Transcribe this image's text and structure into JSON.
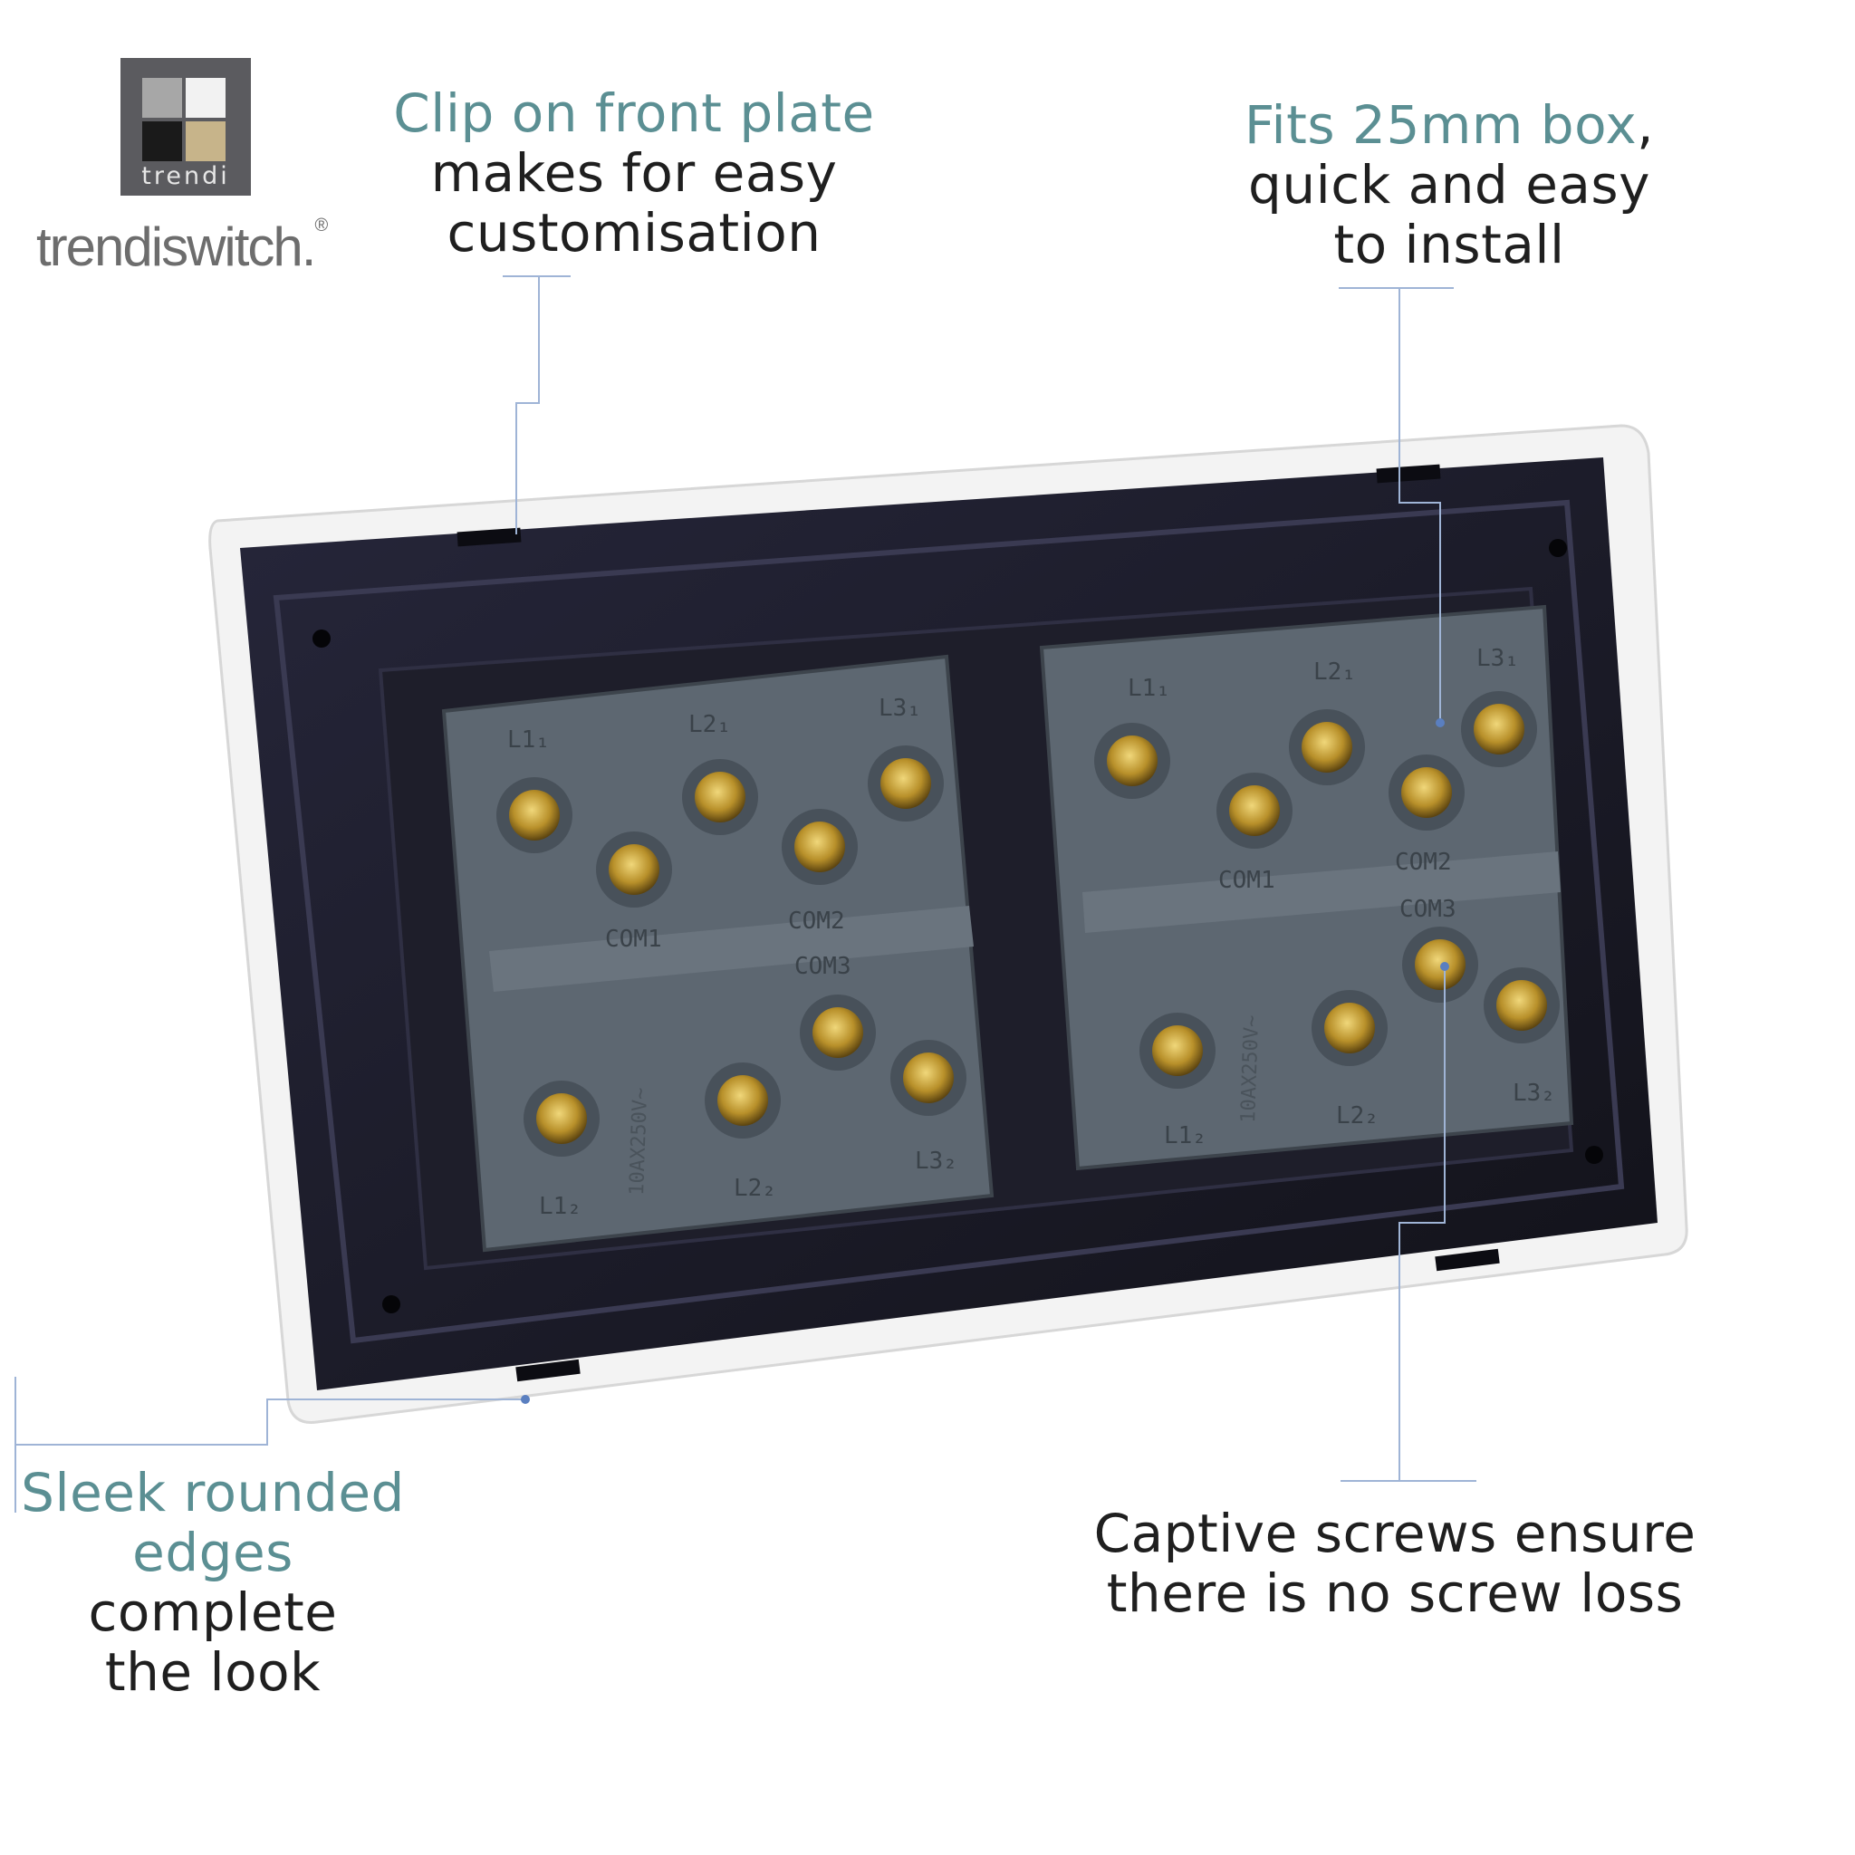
{
  "brand": {
    "badge_text": "trendi",
    "wordmark": "trendiswitch.",
    "wordmark_mark": "®"
  },
  "callouts": {
    "clip_on": {
      "highlight": "Clip on front plate",
      "line2": "makes for easy",
      "line3": "customisation"
    },
    "fits_box": {
      "highlight": "Fits 25mm box",
      "line1_tail": ",",
      "line2": "quick and easy",
      "line3": "to install"
    },
    "sleek_edges": {
      "highlight_line1": "Sleek rounded",
      "highlight_line2": "edges",
      "line2_tail": " complete",
      "line3": "the look"
    },
    "captive_screws": {
      "line1": "Captive screws ensure",
      "line2": "there is no screw loss"
    }
  },
  "terminal_labels": {
    "left": {
      "l11": "L1₁",
      "l21": "L2₁",
      "l31": "L3₁",
      "com1": "COM1",
      "com2": "COM2",
      "com3": "COM3",
      "rating": "10AX250V~",
      "l12": "L1₂",
      "l22": "L2₂",
      "l32": "L3₂"
    },
    "right": {
      "l11": "L1₁",
      "l21": "L2₁",
      "l31": "L3₁",
      "com1": "COM1",
      "com2": "COM2",
      "com3": "COM3",
      "rating": "10AX250V~",
      "l12": "L1₂",
      "l22": "L2₂",
      "l32": "L3₂"
    }
  },
  "colors": {
    "accent_text": "#5b8f93",
    "body_text": "#1f1f1f",
    "leader_line": "#9fb4d6",
    "plate": "#1b1b26",
    "module": "#5b6670",
    "brass": "#b8902a"
  }
}
